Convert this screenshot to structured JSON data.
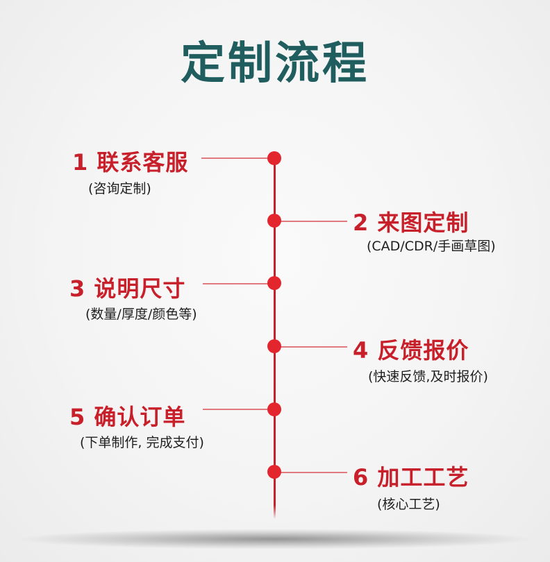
{
  "title": "定制流程",
  "steps": [
    {
      "title": "1 联系客服",
      "subtitle": "(咨询定制)"
    },
    {
      "title": "2 来图定制",
      "subtitle": "(CAD/CDR/手画草图)"
    },
    {
      "title": "3 说明尺寸",
      "subtitle": "(数量/厚度/颜色等)"
    },
    {
      "title": "4 反馈报价",
      "subtitle": "(快速反馈,及时报价)"
    },
    {
      "title": "5 确认订单",
      "subtitle": "(下单制作, 完成支付)"
    },
    {
      "title": "6 加工工艺",
      "subtitle": "(核心工艺)"
    }
  ],
  "colors": {
    "title": "#1f5d5e",
    "accent": "#c8202a",
    "dot": "#e3262e"
  }
}
